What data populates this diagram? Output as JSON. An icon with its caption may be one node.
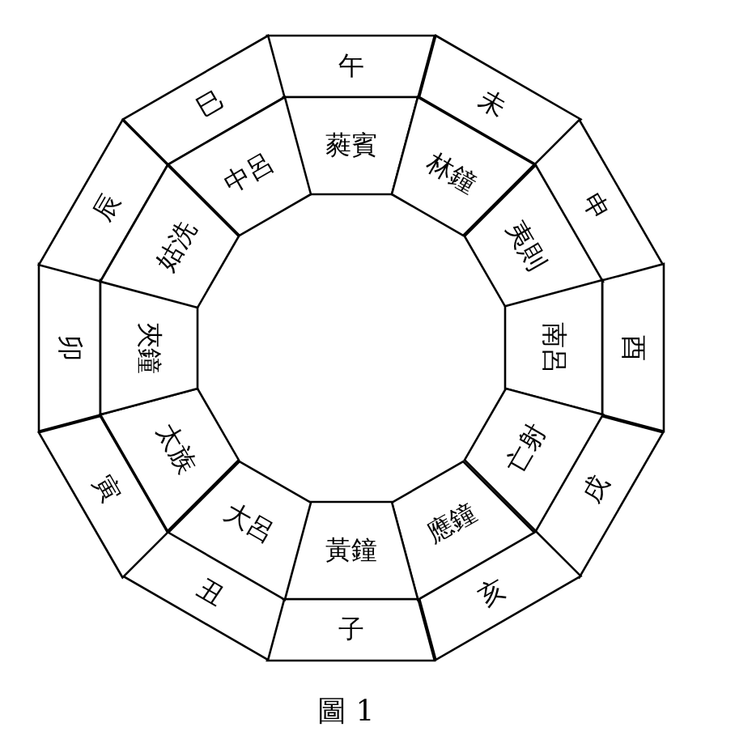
{
  "diagram": {
    "caption": "圖 1",
    "nodes": [
      {
        "text": [
          "午"
        ]
      },
      {
        "text": [
          "未"
        ]
      },
      {
        "text": [
          "申"
        ]
      },
      {
        "text": [
          "酉"
        ]
      },
      {
        "text": [
          "戌"
        ]
      },
      {
        "text": [
          "亥"
        ]
      },
      {
        "text": [
          "子"
        ]
      },
      {
        "text": [
          "丑"
        ]
      },
      {
        "text": [
          "寅"
        ]
      },
      {
        "text": [
          "卯"
        ]
      },
      {
        "text": [
          "辰"
        ]
      },
      {
        "text": [
          "巳"
        ]
      },
      {
        "text": [
          "蕤賓"
        ]
      },
      {
        "text": [
          "林鐘"
        ]
      },
      {
        "text": [
          "夷則"
        ]
      },
      {
        "text": [
          "南呂"
        ]
      },
      {
        "text": [
          "亡射"
        ]
      },
      {
        "text": [
          "應鐘"
        ]
      },
      {
        "text": [
          "黃鐘"
        ]
      },
      {
        "text": [
          "大呂"
        ]
      },
      {
        "text": [
          "太族"
        ]
      },
      {
        "text": [
          "夾鐘"
        ]
      },
      {
        "text": [
          "姑洗"
        ]
      },
      {
        "text": [
          "中呂"
        ]
      }
    ]
  }
}
